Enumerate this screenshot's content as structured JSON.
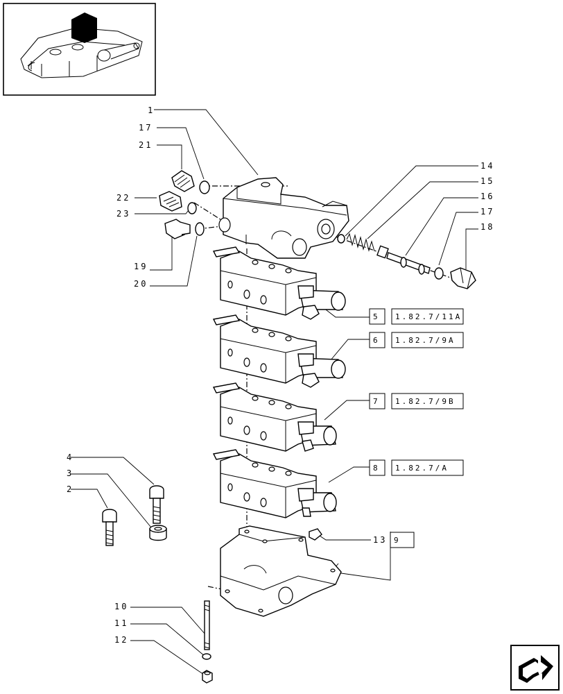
{
  "callouts": {
    "c1": "1",
    "c17a": "17",
    "c21": "21",
    "c22": "22",
    "c23": "23",
    "c19": "19",
    "c20": "20",
    "c14": "14",
    "c15": "15",
    "c16": "16",
    "c17b": "17",
    "c18": "18",
    "c4": "4",
    "c3": "3",
    "c2": "2",
    "c10": "10",
    "c11": "11",
    "c12": "12",
    "c13": "13"
  },
  "references": [
    {
      "item": "5",
      "ref": "1.82.7/11A"
    },
    {
      "item": "6",
      "ref": "1.82.7/9A"
    },
    {
      "item": "7",
      "ref": "1.82.7/9B"
    },
    {
      "item": "8",
      "ref": "1.82.7/A"
    },
    {
      "item": "9",
      "ref": ""
    }
  ],
  "icons": {
    "thumbnail": "tractor-lift-housing-thumbnail",
    "nav": "next-page-arrow-icon"
  }
}
